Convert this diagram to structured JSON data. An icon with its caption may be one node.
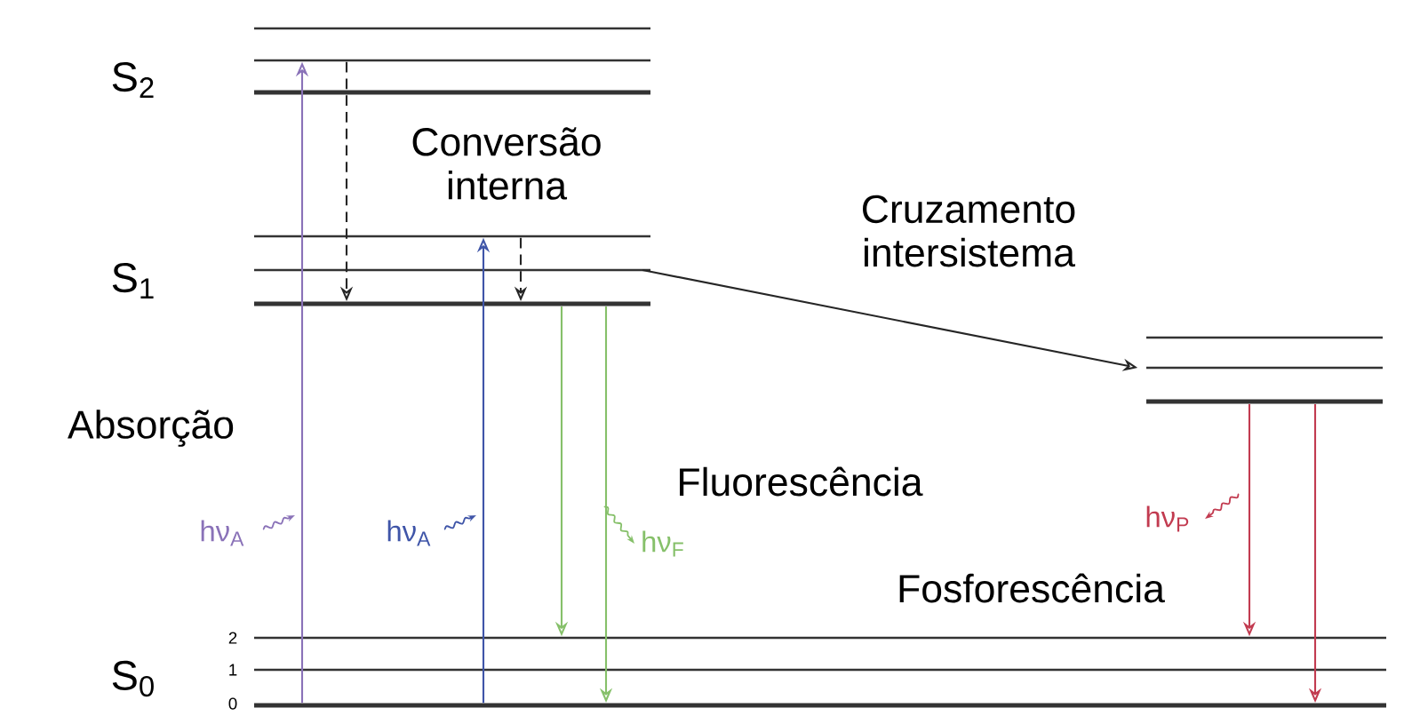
{
  "diagram": {
    "nodes": [
      {
        "text": [],
        "shape": "bar"
      },
      {
        "text": [],
        "shape": "bar"
      },
      {
        "text": [],
        "shape": "bar"
      },
      {
        "text": [],
        "shape": "bar"
      },
      {
        "text": [],
        "shape": "bar"
      },
      {
        "text": [],
        "shape": "bar"
      },
      {
        "text": [],
        "shape": "bar"
      },
      {
        "text": [],
        "shape": "bar"
      },
      {
        "text": [],
        "shape": "bar"
      },
      {
        "text": [],
        "shape": "bar"
      },
      {
        "text": [],
        "shape": "bar"
      },
      {
        "text": [],
        "shape": "bar"
      }
    ],
    "edges": [
      {
        "from": 11,
        "to": 1,
        "arrow": "to",
        "color": "#8a72b8"
      },
      {
        "from": 1,
        "to": 5,
        "arrow": "to",
        "style": "dashed"
      },
      {
        "from": 11,
        "to": 3,
        "arrow": "to",
        "color": "#3f55a8"
      },
      {
        "from": 3,
        "to": 5,
        "arrow": "to",
        "style": "dashed"
      },
      {
        "from": 5,
        "to": 9,
        "arrow": "to",
        "color": "#86c06a"
      },
      {
        "from": 5,
        "to": 11,
        "arrow": "to",
        "color": "#86c06a"
      },
      {
        "from": 4,
        "to": 7,
        "arrow": "to"
      },
      {
        "from": 8,
        "to": 9,
        "arrow": "to",
        "color": "#c23b50"
      },
      {
        "from": 8,
        "to": 11,
        "arrow": "to",
        "color": "#c23b50"
      }
    ],
    "labels": [
      "S$_{2}$",
      "Conversão interna",
      "Cruzamento intersistema",
      "S$_{1}$",
      "Absorção",
      "Fluorescência",
      "hν$_{A}$",
      "hν$_{A}$",
      "hν$_{F}$",
      "hν$_{P}$",
      "Fosforescência",
      "2",
      "S$_{0}$",
      "1",
      "0"
    ]
  }
}
